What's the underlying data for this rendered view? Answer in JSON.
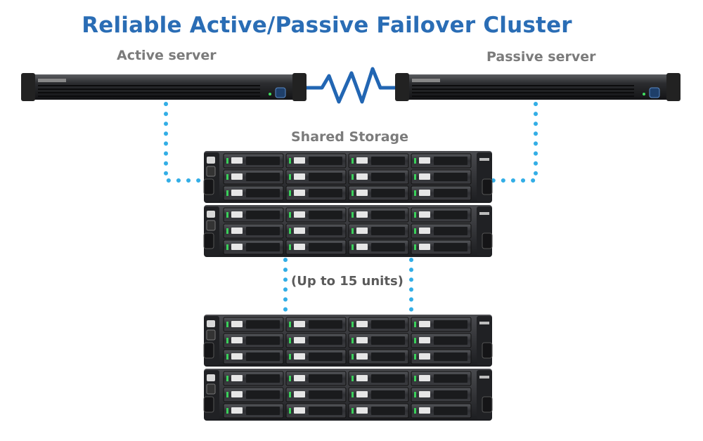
{
  "title": "Reliable Active/Passive Failover Cluster",
  "servers": {
    "active_label": "Active server",
    "passive_label": "Passive server"
  },
  "storage": {
    "label": "Shared Storage",
    "expansion_label": "(Up to 15 units)"
  },
  "colors": {
    "title": "#2a6db5",
    "heartbeat_link": "#2266b3",
    "connector_dots": "#33aee6",
    "labels": "#7b7b7b"
  }
}
